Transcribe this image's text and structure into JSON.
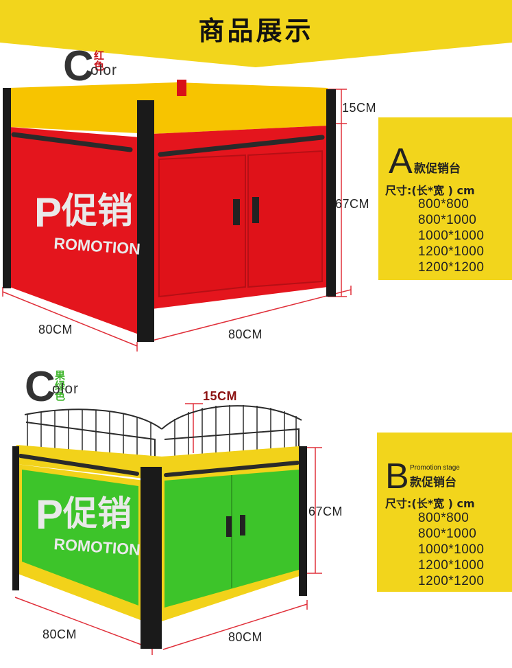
{
  "header": {
    "title": "商品展示"
  },
  "product_a": {
    "color_letter": "C",
    "color_name_cn": "红色",
    "color_word_suffix": "olor",
    "panel_text_cn": "促销",
    "panel_letter": "P",
    "panel_text_en": "ROMOTION",
    "dim_height_top": "15CM",
    "dim_height_body": "67CM",
    "dim_width_left": "80CM",
    "dim_width_right": "80CM",
    "info": {
      "letter": "A",
      "name": "款促销台",
      "size_label": "尺寸:(长*宽 ) cm",
      "sizes": [
        "800*800",
        "800*1000",
        "1000*1000",
        "1200*1000",
        "1200*1200"
      ]
    },
    "colors": {
      "body": "#e4151d",
      "trim": "#f7c400",
      "post": "#1a1a1a"
    }
  },
  "product_b": {
    "color_letter": "C",
    "color_name_cn": "果绿色",
    "color_word_suffix": "olor",
    "panel_text_cn": "促销",
    "panel_letter": "P",
    "panel_text_en": "ROMOTION",
    "dim_height_top": "15CM",
    "dim_height_body": "67CM",
    "dim_width_left": "80CM",
    "dim_width_right": "80CM",
    "info": {
      "letter": "B",
      "stage_en": "Promotion stage",
      "name": "款促销台",
      "size_label": "尺寸:(长*宽 ) cm",
      "sizes": [
        "800*800",
        "800*1000",
        "1000*1000",
        "1200*1000",
        "1200*1200"
      ]
    },
    "colors": {
      "body": "#3dc42a",
      "trim": "#f2d21a",
      "post": "#1a1a1a",
      "cn_label": "#3db52a"
    }
  },
  "theme": {
    "banner": "#f2d51c",
    "info_box": "#f2d51c",
    "dim_line": "#e0303a"
  }
}
